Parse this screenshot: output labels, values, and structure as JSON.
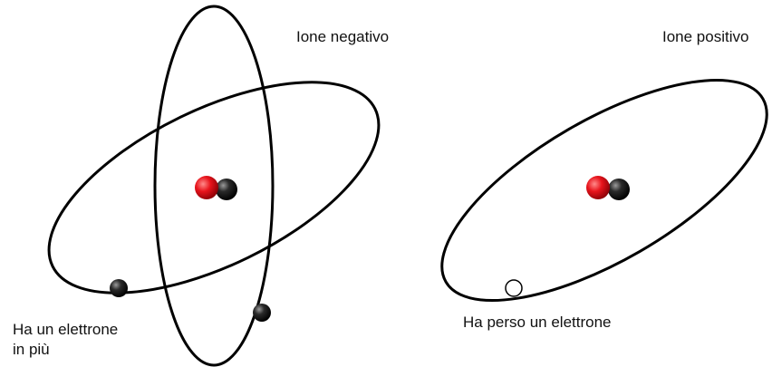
{
  "negative_ion": {
    "title": "Ione negativo",
    "note_line1": "Ha un elettrone",
    "note_line2": "in più"
  },
  "positive_ion": {
    "title": "Ione positivo",
    "note": "Ha perso un elettrone"
  },
  "colors": {
    "orbit": "#000000",
    "proton": "#e8141c",
    "neutron": "#111111",
    "electron": "#111111",
    "missing_electron_fill": "#ffffff"
  }
}
